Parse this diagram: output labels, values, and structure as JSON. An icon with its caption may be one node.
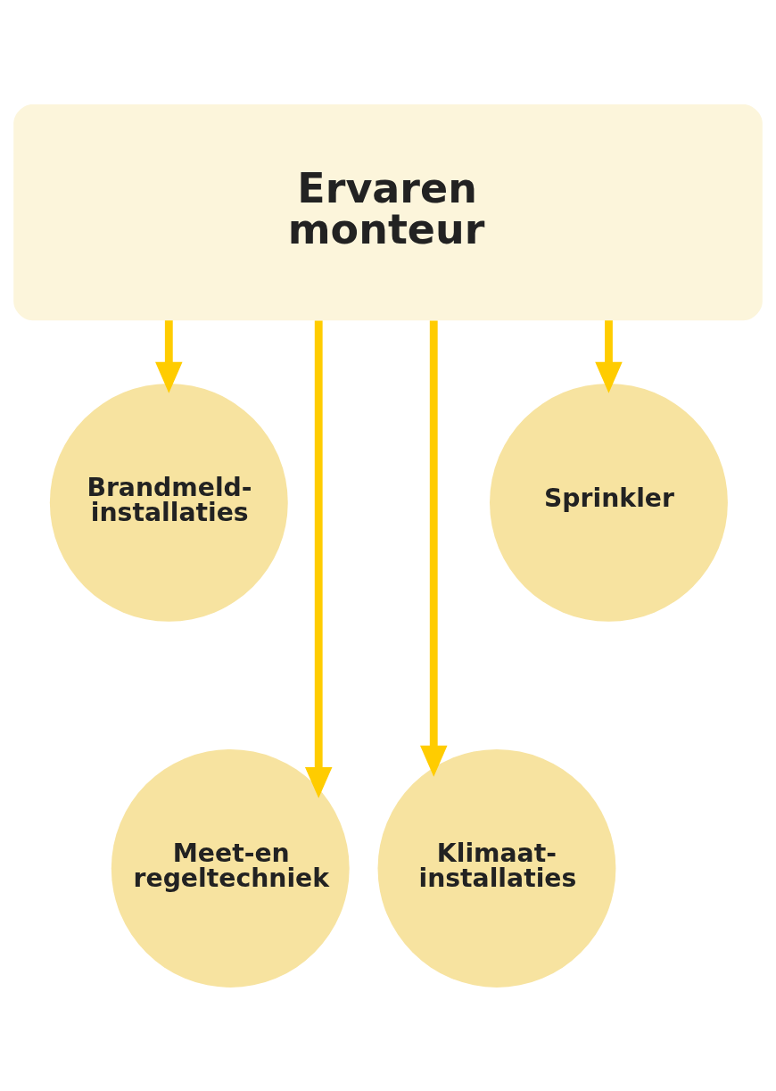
{
  "diagram": {
    "nodes": [
      {
        "text": [
          "Ervaren monteur"
        ]
      },
      {
        "text": [
          "Brandmeld- installaties"
        ]
      },
      {
        "text": [
          "Meet-en regeltechniek"
        ]
      },
      {
        "text": [
          "Klimaat- installaties"
        ]
      },
      {
        "text": [
          "Sprinkler"
        ]
      }
    ],
    "edges": [
      {
        "from": 0,
        "to": 1,
        "arrow": "to"
      },
      {
        "from": 0,
        "to": 2,
        "arrow": "to"
      },
      {
        "from": 0,
        "to": 3,
        "arrow": "to"
      },
      {
        "from": 0,
        "to": 4,
        "arrow": "to"
      }
    ]
  }
}
